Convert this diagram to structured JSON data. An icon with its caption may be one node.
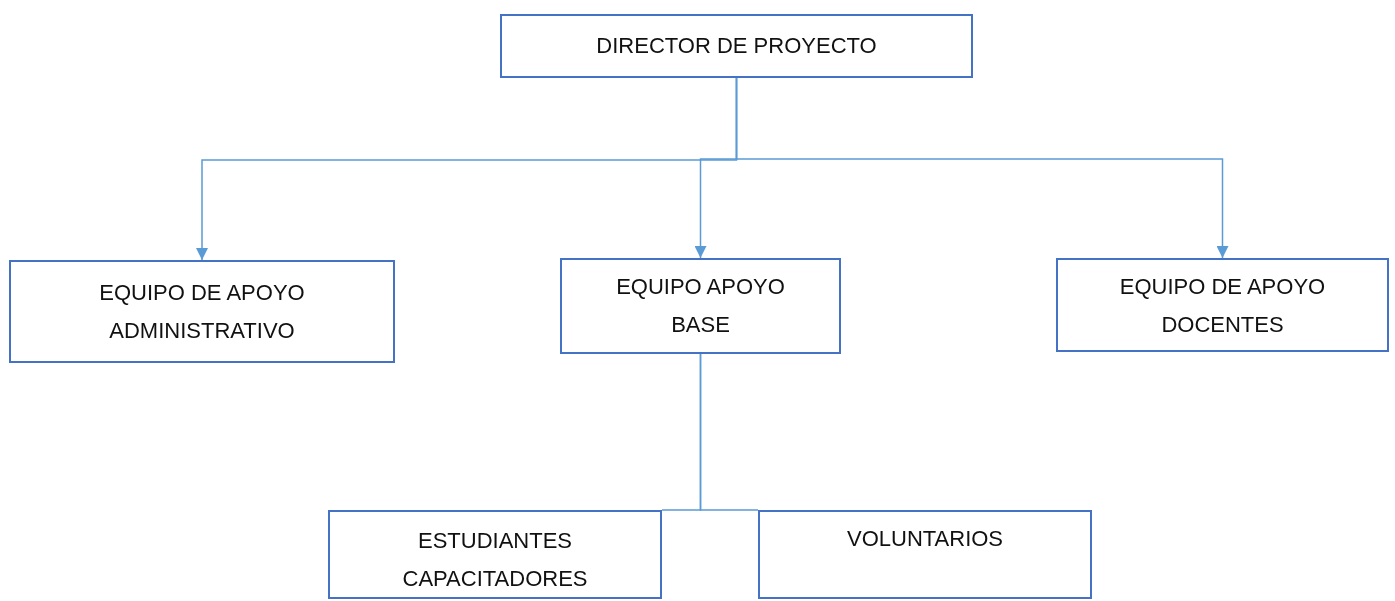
{
  "diagram": {
    "nodes": [
      {
        "text": [
          "DIRECTOR DE PROYECTO"
        ]
      },
      {
        "text": [
          "EQUIPO DE APOYO ADMINISTRATIVO"
        ]
      },
      {
        "text": [
          "EQUIPO APOYO BASE"
        ]
      },
      {
        "text": [
          "EQUIPO DE APOYO DOCENTES"
        ]
      },
      {
        "text": [
          "ESTUDIANTES CAPACITADORES"
        ]
      },
      {
        "text": [
          "VOLUNTARIOS"
        ]
      }
    ],
    "edges": [
      {
        "from": 0,
        "to": 1,
        "arrow": "to"
      },
      {
        "from": 0,
        "to": 2,
        "arrow": "to"
      },
      {
        "from": 0,
        "to": 3,
        "arrow": "to"
      },
      {
        "from": 2,
        "to": 4,
        "arrow": "none"
      },
      {
        "from": 2,
        "to": 5,
        "arrow": "none"
      }
    ]
  }
}
